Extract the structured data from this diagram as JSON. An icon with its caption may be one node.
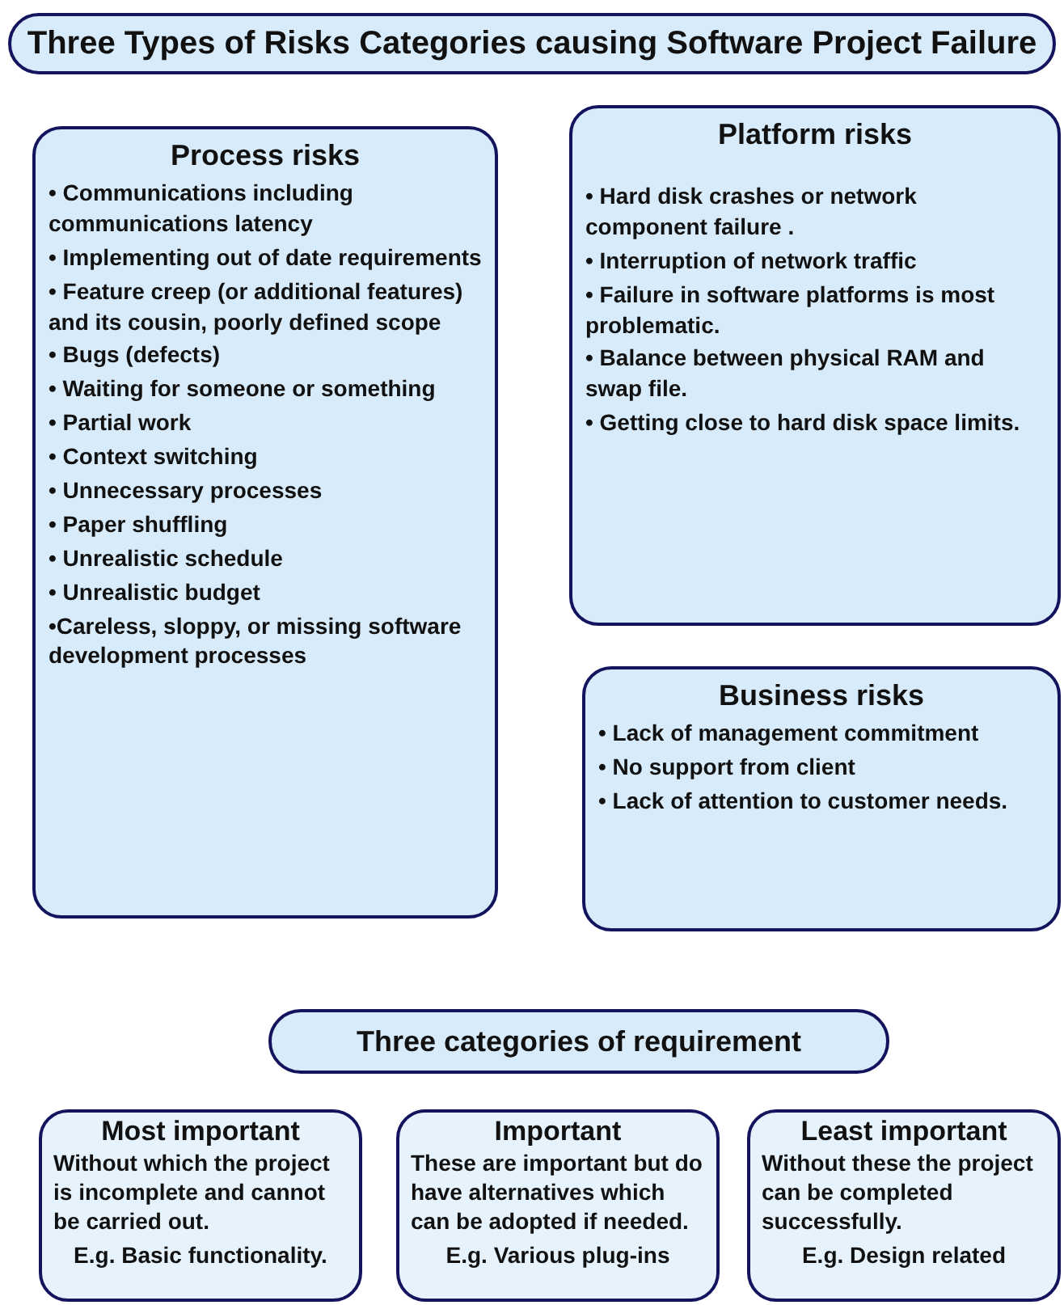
{
  "diagram": {
    "nodes": [
      {
        "text": [
          "Three Types of Risks Categories causing Software Project Failure"
        ]
      },
      {
        "text": [
          "Process risks",
          "• Communications including communications latency",
          "• Implementing out of date requirements",
          "• Feature creep (or additional features) and its cousin, poorly defined scope",
          "• Bugs (defects)",
          "• Waiting for someone or something",
          "• Partial work",
          "• Context switching",
          "• Unnecessary processes",
          "• Paper shuffling",
          "• Unrealistic schedule",
          "• Unrealistic budget",
          "•Careless, sloppy, or missing software development processes"
        ]
      },
      {
        "text": [
          "Platform risks",
          "• Hard disk crashes or network component failure .",
          "• Interruption of network traffic",
          "• Failure in software platforms is most problematic.",
          "• Balance between physical RAM and swap file.",
          "• Getting close to hard disk space limits."
        ]
      },
      {
        "text": [
          "Business risks",
          "• Lack of management commitment",
          "• No support from client",
          "• Lack of attention to customer needs."
        ]
      },
      {
        "text": [
          "Three categories of requirement"
        ]
      },
      {
        "text": [
          "Most important",
          "Without which the project is incomplete and cannot be carried out.",
          "E.g. Basic functionality."
        ]
      },
      {
        "text": [
          "Important",
          "These are important but do have alternatives which can be adopted if needed.",
          "E.g. Various plug-ins"
        ]
      },
      {
        "text": [
          "Least important",
          "Without these the project can be completed successfully.",
          "E.g. Design related"
        ]
      }
    ],
    "edges": []
  }
}
